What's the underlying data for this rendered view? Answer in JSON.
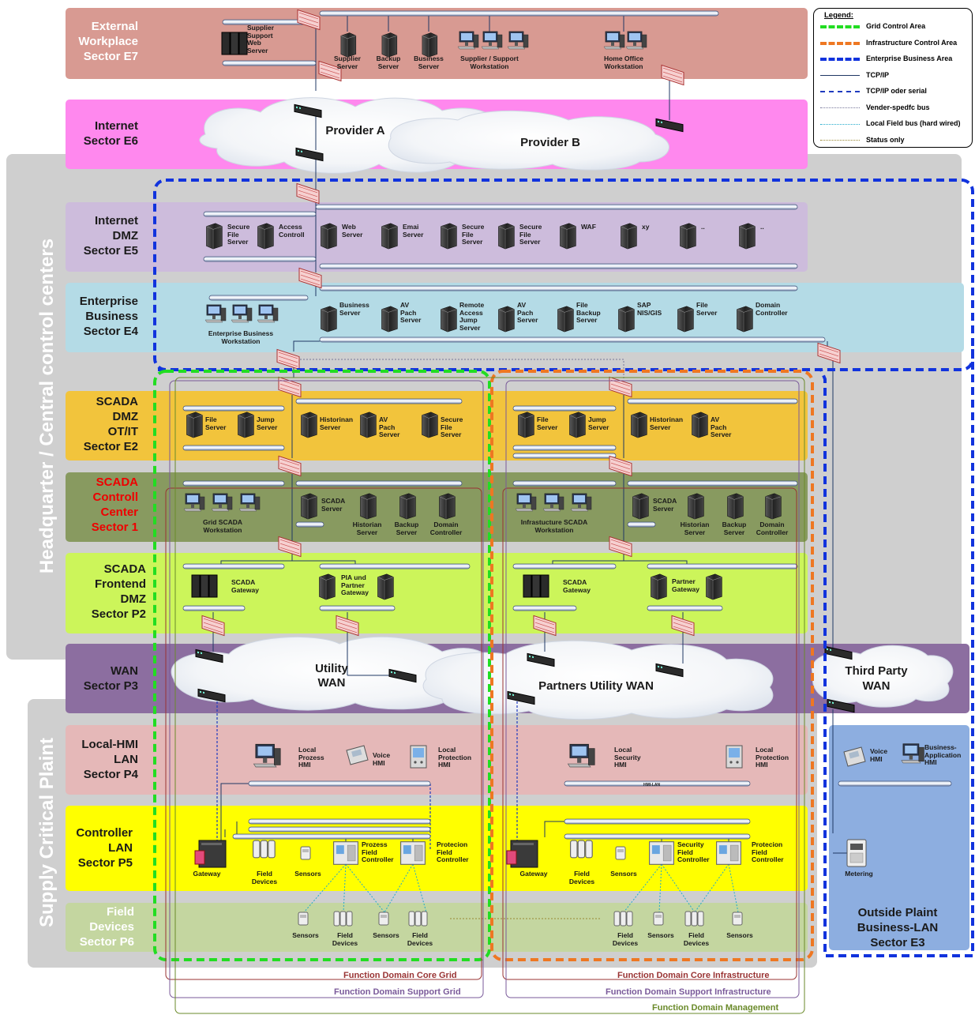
{
  "legend": {
    "title": "Legend:",
    "items": [
      {
        "label": "Grid Control Area",
        "color": "#22dd22",
        "style": "dashed-thick"
      },
      {
        "label": "Infrastructure Control Area",
        "color": "#ee7722",
        "style": "dashed-thick"
      },
      {
        "label": "Enterprise Business Area",
        "color": "#1133dd",
        "style": "dashed-thick"
      },
      {
        "label": "TCP/IP",
        "color": "#1f3864",
        "style": "solid"
      },
      {
        "label": "TCP/IP oder serial",
        "color": "#1f3bbf",
        "style": "dashed"
      },
      {
        "label": "Vender-spedfc bus",
        "color": "#777799",
        "style": "dotted"
      },
      {
        "label": "Local Field bus (hard wired)",
        "color": "#22aacc",
        "style": "dotted"
      },
      {
        "label": "Status only",
        "color": "#998833",
        "style": "dotted"
      }
    ]
  },
  "side_labels": {
    "headquarter": "Headquarter / Central control centers",
    "supply": "Supply Critical Plaint"
  },
  "sectors": {
    "e7": "External\nWorkplace\nSector E7",
    "e6": "Internet\nSector E6",
    "e5": "Internet\nDMZ\nSector E5",
    "e4": "Enterprise\nBusiness\nSector E4",
    "e2": "SCADA\nDMZ\nOT/IT\nSector E2",
    "s1": "SCADA\nControll\nCenter\nSector 1",
    "p2": "SCADA\nFrontend\nDMZ\nSector P2",
    "p3": "WAN\nSector P3",
    "p4": "Local-HMI\nLAN\nSector P4",
    "p5": "Controller\nLAN\nSector P5",
    "p6": "Field\nDevices\nSector P6",
    "e3": "Outside Plaint\nBusiness-LAN\nSector E3"
  },
  "clouds": {
    "provider_a": "Provider A",
    "provider_b": "Provider B",
    "utility_wan": "Utility\nWAN",
    "partners_wan": "Partners Utility WAN",
    "third_party": "Third Party\nWAN"
  },
  "devices": {
    "e7": [
      "Supplier\nSupport\nWeb\nServer",
      "Supplier\nServer",
      "Backup\nServer",
      "Business\nServer",
      "Supplier / Support\nWorkstation",
      "Home Office\nWorkstation"
    ],
    "e5": [
      "Secure\nFile\nServer",
      "Access\nControll",
      "Web\nServer",
      "Emai\nServer",
      "Secure\nFile\nServer",
      "Secure\nFile\nServer",
      "WAF",
      "xy",
      "..",
      ".."
    ],
    "e4": [
      "Enterprise Business\nWorkstation",
      "Business\nServer",
      "AV\nPach\nServer",
      "Remote\nAccess\nJump\nServer",
      "AV\nPach\nServer",
      "File\nBackup\nServer",
      "SAP\nNIS/GIS",
      "File\nServer",
      "Domain\nController"
    ],
    "e2_left": [
      "File\nServer",
      "Jump\nServer",
      "Historinan\nServer",
      "AV\nPach\nServer",
      "Secure\nFile\nServer"
    ],
    "e2_right": [
      "File\nServer",
      "Jump\nServer",
      "Historinan\nServer",
      "AV\nPach\nServer"
    ],
    "s1_left": [
      "Grid SCADA\nWorkstation",
      "SCADA\nServer",
      "Historian\nServer",
      "Backup\nServer",
      "Domain\nController"
    ],
    "s1_right": [
      "Infrastucture SCADA\nWorkstation",
      "SCADA\nServer",
      "Historian\nServer",
      "Backup\nServer",
      "Domain\nController"
    ],
    "p2_left": [
      "SCADA\nGateway",
      "PIA und\nPartner\nGateway"
    ],
    "p2_right": [
      "SCADA\nGateway",
      "Partner\nGateway"
    ],
    "p4_left": [
      "Local\nProzess\nHMI",
      "Voice\nHMI",
      "Local\nProtection\nHMI"
    ],
    "p4_right": [
      "Local\nSecurity\nHMI",
      "Local\nProtection\nHMI"
    ],
    "p4_bus": "HMI-LAN",
    "e3": [
      "Voice\nHMI",
      "Business-\nApplication\nHMI",
      "Metering"
    ],
    "p5_left": [
      "Gateway",
      "Field\nDevices",
      "Sensors",
      "Prozess\nField\nController",
      "Protecion\nField\nController"
    ],
    "p5_right": [
      "Gateway",
      "Field\nDevices",
      "Sensors",
      "Security\nField\nController",
      "Protecion\nField\nController"
    ],
    "p6_left": [
      "Sensors",
      "Field\nDevices",
      "Sensors",
      "Field\nDevices"
    ],
    "p6_right": [
      "Field\nDevices",
      "Sensors",
      "Field\nDevices",
      "Sensors"
    ]
  },
  "domains": {
    "core_grid": "Function Domain Core Grid",
    "core_infra": "Function Domain Core Infrastructure",
    "support_grid": "Function Domain Support Grid",
    "support_infra": "Function Domain Support Infrastructure",
    "management": "Function Domain Management"
  },
  "colors": {
    "e7": "#d89a92",
    "e6": "#ff88ee",
    "hq": "#cfcfcf",
    "e5": "#cdbcdc",
    "e4": "#b4dbe6",
    "e2": "#f2c43c",
    "s1": "#889a60",
    "p2": "#ccf55a",
    "p3": "#8c6ea0",
    "p4": "#e5b8b8",
    "p5": "#ffff00",
    "p6": "#c4d6a0",
    "e3": "#8daee0"
  }
}
